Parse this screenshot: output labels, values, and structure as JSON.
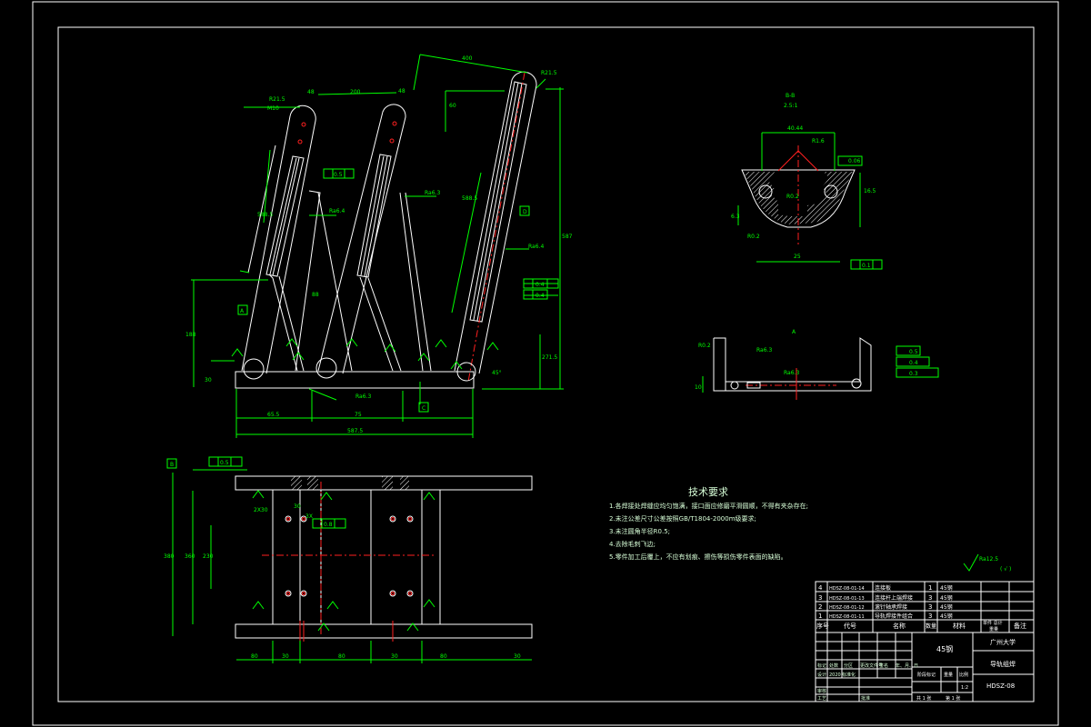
{
  "drawing": {
    "view_top_left": "A",
    "label_b": "B",
    "label_c": "C",
    "label_d": "D",
    "section_title": "B-B",
    "section_scale": "2.5:1",
    "detail_label": "A",
    "dims_main": {
      "d1": "48",
      "d2": "200",
      "d3": "48",
      "d4": "400",
      "d5": "R21.5",
      "d6": "R21.5",
      "d7": "M10",
      "d8": "60",
      "d9": "588.5",
      "d10": "588.5",
      "d11": "188",
      "d12": "30",
      "d13": "271.5",
      "d14": "587",
      "d15": "65.5",
      "d16": "75",
      "d17": "587.5",
      "d18": "45°",
      "d19": "88"
    },
    "roughness": {
      "r1": "Ra6.4",
      "r2": "Ra6.3",
      "r3": "Ra6.4",
      "r4": "Ra6.3",
      "r5": "Ra6.3"
    },
    "tolerance": {
      "t1": "0.5",
      "t2": "0.4",
      "t3": "0.4",
      "t4": "0.1",
      "t5": "0.4",
      "t6": "0.5",
      "t7": "0.4",
      "t8": "0.3"
    },
    "section_dims": {
      "s1": "40.44",
      "s2": "R1.6",
      "s3": "0.06",
      "s4": "R0.2",
      "s5": "16.5",
      "s6": "6.3",
      "s7": "R0.2",
      "s8": "25",
      "s9": "0.1"
    },
    "bottom_dims": {
      "b1": "30",
      "b2": "2X30",
      "b3": "3X",
      "b4": "380",
      "b5": "360",
      "b6": "230",
      "b7": "80",
      "b8": "30",
      "b9": "80",
      "b10": "30",
      "b11": "80",
      "b12": "30",
      "b13": "0.5",
      "b14": "0.8",
      "b15": "0.5"
    },
    "side_dims": {
      "sd1": "R0.2",
      "sd2": "Ra6.3",
      "sd3": "Ra6.3",
      "sd4": "10"
    }
  },
  "tech": {
    "title": "技术要求",
    "items": [
      "1.各焊接处焊缝应均匀饱满，接口面应修磨平滑圆顺，不得有夹杂存在;",
      "2.未注公差尺寸公差按照GB/T1804-2000m级要求;",
      "3.未注圆角半径R0.5;",
      "4.去除毛刺飞边;",
      "5.零件加工后覆上，不应有划痕、擦伤等损伤零件表面的缺陷。"
    ],
    "roughness_note": "Ra12.5",
    "roughness_paren": "( √ )"
  },
  "bom": {
    "rows": [
      {
        "no": "4",
        "code": "HDSZ-08-01-14",
        "name": "连接板",
        "qty": "1",
        "mat": "45钢"
      },
      {
        "no": "3",
        "code": "HDSZ-08-01-13",
        "name": "连接杆上端焊接",
        "qty": "3",
        "mat": "45钢"
      },
      {
        "no": "2",
        "code": "HDSZ-08-01-12",
        "name": "滚针轴承焊接",
        "qty": "3",
        "mat": "45钢"
      },
      {
        "no": "1",
        "code": "HDSZ-08-01-11",
        "name": "导轨焊接件组合",
        "qty": "3",
        "mat": "45钢"
      }
    ],
    "headers": {
      "no": "序号",
      "code": "代号",
      "name": "名称",
      "qty": "数量",
      "mat": "材料",
      "unit": "单件 总计",
      "weight": "重量",
      "remark": "备注"
    }
  },
  "titleblock": {
    "material": "45钢",
    "company": "广州大学",
    "part_name": "导轨组焊",
    "drawing_no": "HDSZ-08",
    "stage": "阶段标记",
    "weight": "重量",
    "scale": "比例",
    "scale_val": "1:2",
    "sheet": "共 1 张",
    "sheet2": "第 1 张",
    "rows_left": [
      "标记",
      "处数",
      "分区",
      "更改文件号",
      "签名",
      "年、月、日"
    ],
    "design": "设计",
    "check": "审核",
    "process": "工艺",
    "std": "标准化",
    "approve": "批准",
    "date_val": "2020"
  }
}
